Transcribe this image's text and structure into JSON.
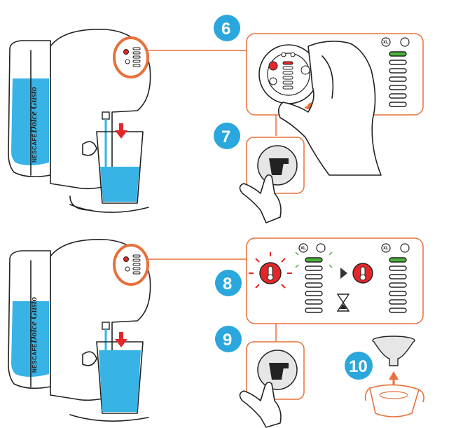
{
  "steps": [
    {
      "number": "6",
      "label": "6"
    },
    {
      "number": "7",
      "label": "7"
    },
    {
      "number": "8",
      "label": "8"
    },
    {
      "number": "9",
      "label": "9"
    },
    {
      "number": "10",
      "label": "10"
    }
  ],
  "machine": {
    "brand_top": "NESCAFÉ",
    "brand_main": "Dolce Gusto"
  },
  "panel": {
    "xl_label": "XL"
  },
  "colors": {
    "accent_orange": "#e8703a",
    "step_blue": "#2aa7dc",
    "water_blue": "#37b3e5",
    "alert_red": "#e52629",
    "active_green": "#4ab53a"
  }
}
